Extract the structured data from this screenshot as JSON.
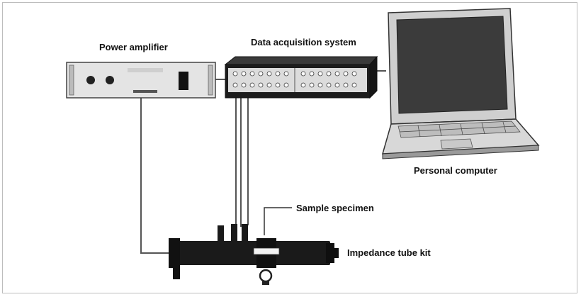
{
  "labels": {
    "power_amplifier": "Power amplifier",
    "data_acquisition": "Data acquisition system",
    "personal_computer": "Personal computer",
    "sample_specimen": "Sample specimen",
    "impedance_tube": "Impedance tube kit"
  },
  "colors": {
    "background": "#ffffff",
    "frame": "#bdbdbd",
    "device_dark": "#1a1a1a",
    "device_light": "#e6e6e6",
    "cable": "#555555"
  }
}
